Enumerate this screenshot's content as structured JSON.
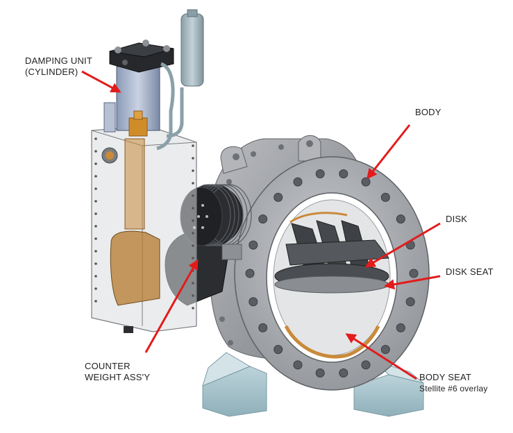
{
  "labels": {
    "damping_unit": [
      "DAMPING UNIT",
      "(CYLINDER)"
    ],
    "body": "BODY",
    "disk": "DISK",
    "disk_seat": "DISK SEAT",
    "counter_weight": [
      "COUNTER",
      "WEIGHT ASS'Y"
    ],
    "body_seat": "BODY SEAT",
    "body_seat_note": "Stellite #6 overlay"
  },
  "colors": {
    "arrow": "#e31b1b",
    "metal": "#a7a9ad",
    "metal_dark": "#6f7277",
    "disk": "#3e4145",
    "bronze": "#c98a3a",
    "base": "#a9c3cb",
    "glass": "#d9dcdf"
  }
}
